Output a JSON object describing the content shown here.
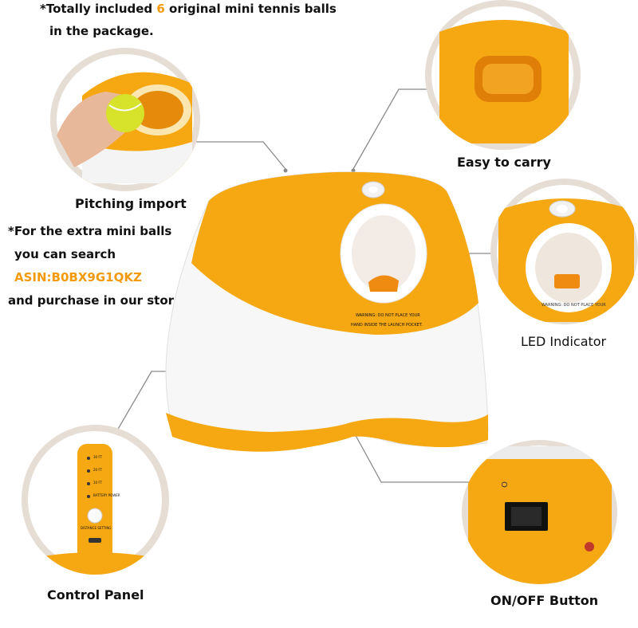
{
  "colors": {
    "orange": "#f6a813",
    "orange_dark": "#e58a0a",
    "highlight": "#f39a0c",
    "circle_ring": "#e6ddd4",
    "leader_line": "#8a8a8a"
  },
  "top_note": {
    "prefix": "*Totally included ",
    "count": "6",
    "suffix": " original mini tennis balls",
    "line2": "in the package."
  },
  "extra_note": {
    "line1": "*For the extra mini balls",
    "line2": "you can search",
    "asin": "ASIN:B0BX9G1QKZ",
    "line4": "and purchase in our store."
  },
  "product": {
    "warning_line1": "WARNING: DO NOT PLACE YOUR",
    "warning_line2": "HAND INSIDE THE LAUNCH POCKET."
  },
  "callouts": {
    "pitching": "Pitching import",
    "carry": "Easy to carry",
    "led": "LED Indicator",
    "control": "Control Panel",
    "power": "ON/OFF Button"
  },
  "control_panel": {
    "levels": [
      "30 FT",
      "20 FT",
      "10 FT",
      "BATTERY POWER"
    ],
    "setting": "DISTANCE SETTING"
  }
}
